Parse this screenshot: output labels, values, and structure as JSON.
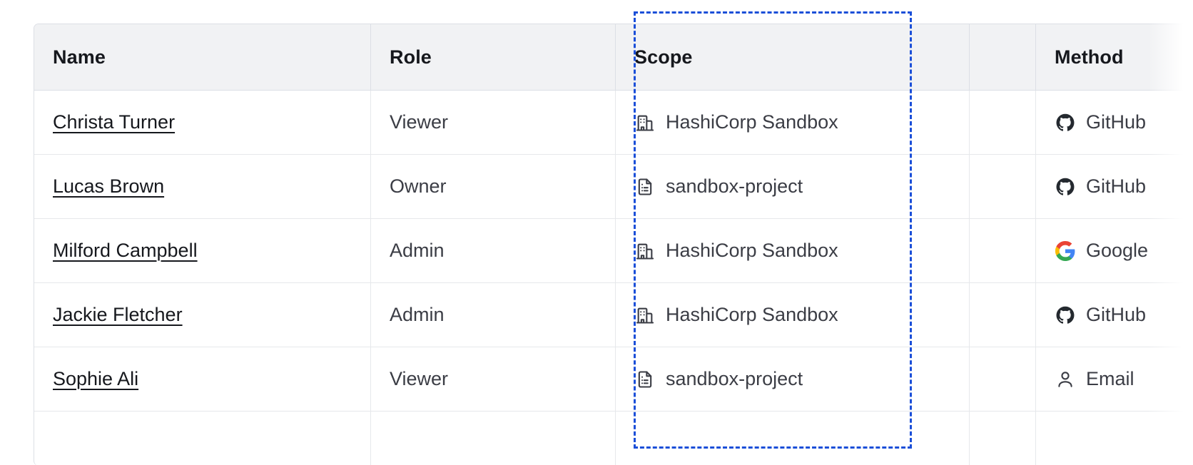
{
  "table": {
    "columns": [
      {
        "key": "name",
        "label": "Name"
      },
      {
        "key": "role",
        "label": "Role"
      },
      {
        "key": "scope",
        "label": "Scope"
      },
      {
        "key": "blank",
        "label": ""
      },
      {
        "key": "method",
        "label": "Method"
      }
    ],
    "rows": [
      {
        "name": "Christa Turner",
        "role": "Viewer",
        "scope": "HashiCorp Sandbox",
        "scope_icon": "organization-building-icon",
        "method": "GitHub",
        "method_icon": "github-icon"
      },
      {
        "name": "Lucas Brown",
        "role": "Owner",
        "scope": "sandbox-project",
        "scope_icon": "project-document-icon",
        "method": "GitHub",
        "method_icon": "github-icon"
      },
      {
        "name": "Milford Campbell",
        "role": "Admin",
        "scope": "HashiCorp Sandbox",
        "scope_icon": "organization-building-icon",
        "method": "Google",
        "method_icon": "google-icon"
      },
      {
        "name": "Jackie Fletcher",
        "role": "Admin",
        "scope": "HashiCorp Sandbox",
        "scope_icon": "organization-building-icon",
        "method": "GitHub",
        "method_icon": "github-icon"
      },
      {
        "name": "Sophie Ali",
        "role": "Viewer",
        "scope": "sandbox-project",
        "scope_icon": "project-document-icon",
        "method": "Email",
        "method_icon": "user-person-icon"
      }
    ]
  },
  "selection": {
    "target_column": "Scope",
    "outline_color": "#1b4fd8",
    "style": "dashed"
  },
  "colors": {
    "header_background": "#f1f2f4",
    "header_text": "#16181d",
    "body_text": "#3b3d45",
    "border": "#dcdfe5",
    "row_border": "#e6e8eb",
    "selection": "#1b4fd8",
    "google_red": "#ea4335",
    "google_yellow": "#fbbc05",
    "google_green": "#34a853",
    "google_blue": "#4285f4",
    "github_dark": "#24292f"
  }
}
